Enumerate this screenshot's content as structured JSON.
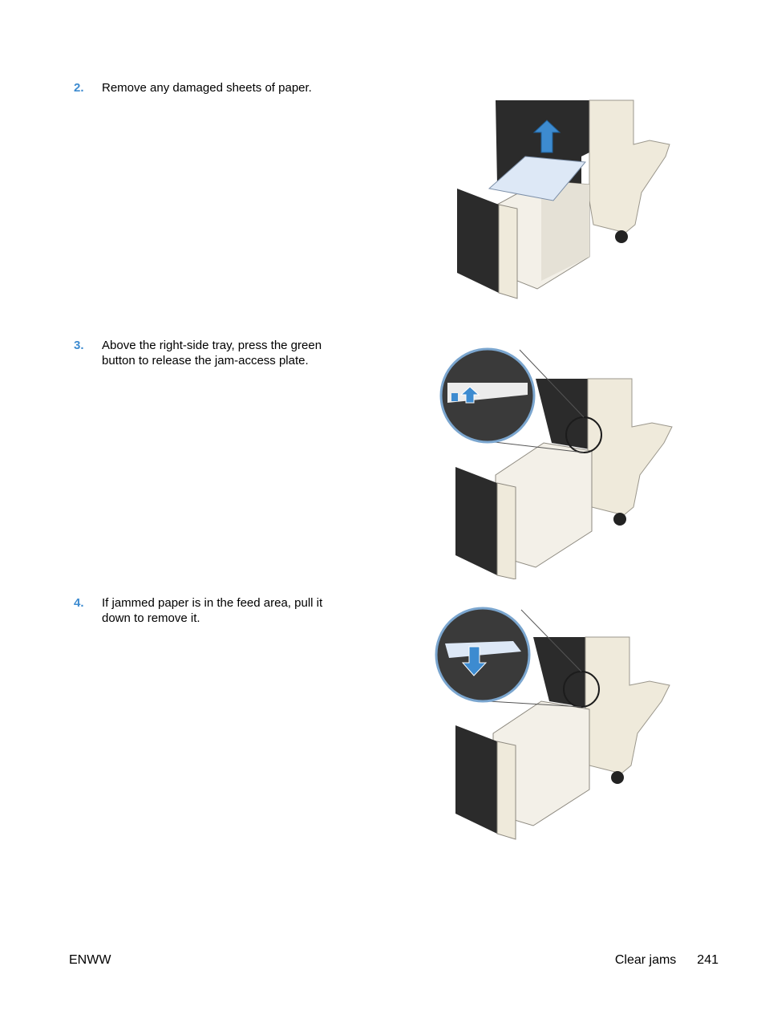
{
  "steps": [
    {
      "num": "2.",
      "text": "Remove any damaged sheets of paper."
    },
    {
      "num": "3.",
      "text": "Above the right-side tray, press the green button to release the jam-access plate."
    },
    {
      "num": "4.",
      "text": "If jammed paper is in the feed area, pull it down to remove it."
    }
  ],
  "footer": {
    "left": "ENWW",
    "section": "Clear jams",
    "page": "241"
  },
  "colors": {
    "accent": "#3d8bd0",
    "printer_dark": "#2b2b2b",
    "printer_cream": "#efeadb",
    "paper": "#dde8f6"
  }
}
